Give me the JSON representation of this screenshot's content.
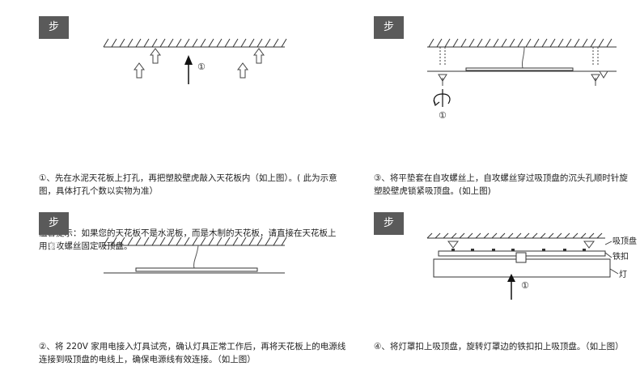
{
  "steps": [
    {
      "tab": "步骤一",
      "marker": "①",
      "desc": "①、先在水泥天花板上打孔，再把塑胶壁虎敲入天花板内（如上图）。( 此为示意图，具体打孔个数以实物为准）",
      "note": "温馨提示：如果您的天花板不是水泥板，而是木制的天花板，请直接在天花板上用自攻螺丝固定吸顶盘。"
    },
    {
      "tab": "步骤二",
      "desc": "②、将 220V 家用电接入灯具试亮，确认灯具正常工作后，再将天花板上的电源线连接到吸顶盘的电线上，确保电源线有效连接。（如上图）"
    },
    {
      "tab": "步骤三",
      "marker": "①",
      "desc": "③、将平垫套在自攻螺丝上，自攻螺丝穿过吸顶盘的沉头孔顺时针旋塑胶壁虎锁紧吸顶盘。(如上图)"
    },
    {
      "tab": "步骤四",
      "marker": "①",
      "labels": [
        "吸顶盘",
        "铁扣",
        "灯"
      ],
      "desc": "④、将灯罩扣上吸顶盘，旋转灯罩边的铁扣扣上吸顶盘。（如上图）"
    }
  ]
}
